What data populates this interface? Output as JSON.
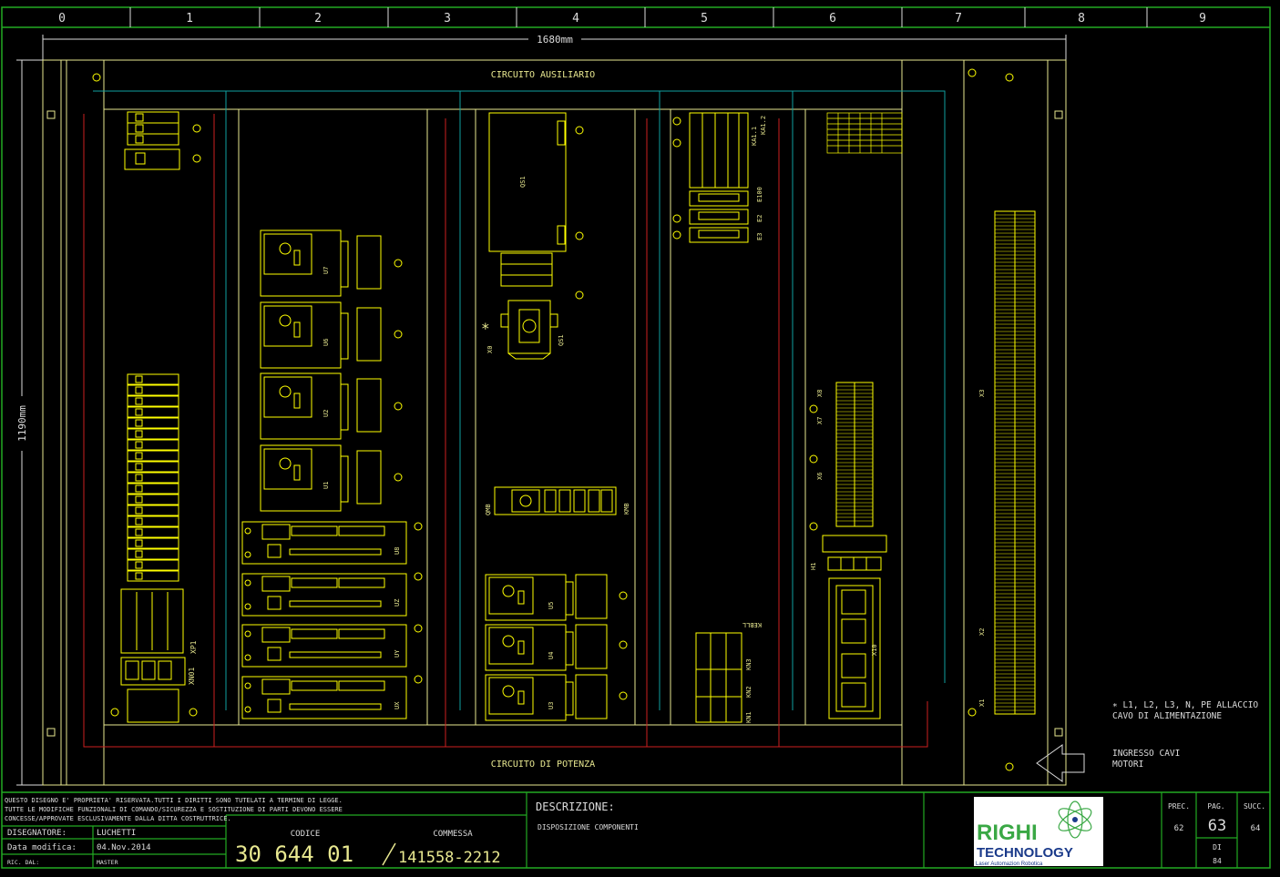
{
  "sheet": {
    "columns": [
      "0",
      "1",
      "2",
      "3",
      "4",
      "5",
      "6",
      "7",
      "8",
      "9"
    ],
    "width_dim": "1680mm",
    "height_dim": "1190mm",
    "aux_circuit": "CIRCUITO AUSILIARIO",
    "power_circuit": "CIRCUITO DI POTENZA",
    "note_star": "∗ L1, L2, L3, N, PE ALLACCIO",
    "note_star2": "CAVO DI ALIMENTAZIONE",
    "ingresso1": "INGRESSO CAVI",
    "ingresso2": "MOTORI"
  },
  "components": {
    "inverters_top": [
      "U7",
      "U6",
      "U2",
      "U1"
    ],
    "drives": [
      "U8",
      "UZ",
      "UY",
      "UX"
    ],
    "inverters_bottom": [
      "U5",
      "U4",
      "U3"
    ],
    "qs1": "QS1",
    "qs1_side": "QS1",
    "x0": "X0",
    "rail_labels": [
      "KA1.1",
      "KA1.2"
    ],
    "modules": [
      "E100",
      "E2",
      "E3"
    ],
    "kn_labels": [
      "KN1",
      "KN2",
      "KN3"
    ],
    "kebll": "KEBLL",
    "qmb": "QMB",
    "kmb": "KMB",
    "xp1": "XP1",
    "xn01": "XN01",
    "terminal_labels": [
      "X8",
      "X7",
      "X6"
    ],
    "h1": "H1",
    "x10": "X10",
    "x3": "X3",
    "x2": "X2",
    "x1": "X1"
  },
  "titleblock": {
    "legal1": "QUESTO DISEGNO E' PROPRIETA' RISERVATA.TUTTI I DIRITTI SONO TUTELATI A TERMINE DI LEGGE.",
    "legal2": "TUTTE LE MODIFICHE FUNZIONALI DI COMANDO/SICUREZZA E SOSTITUZIONE DI PARTI DEVONO ESSERE",
    "legal3": "CONCESSE/APPROVATE ESCLUSIVAMENTE DALLA DITTA COSTRUTTRICE.",
    "designer_label": "DISEGNATORE:",
    "designer_value": "LUCHETTI",
    "date_label": "Data modifica:",
    "date_value": "04.Nov.2014",
    "ric_label": "RIC. DAL:",
    "ric_value": "MASTER",
    "codice_label": "CODICE",
    "codice_value": "30 644 01",
    "commessa_label": "COMMESSA",
    "commessa_value": "141558-2212",
    "descr_label": "DESCRIZIONE:",
    "descr_value": "DISPOSIZIONE COMPONENTI",
    "logo_main1": "RIGHI",
    "logo_main2": "TECHNOLOGY",
    "logo_tagline": "Laser  Automazion  Robotica",
    "prec_label": "PREC.",
    "prec_value": "62",
    "pag_label": "PAG.",
    "pag_value": "63",
    "di_label": "DI",
    "di_value": "84",
    "succ_label": "SUCC.",
    "succ_value": "64"
  },
  "colors": {
    "frame": "#22aa22",
    "cabinet": "#e8e890",
    "device": "#ffff00",
    "red_wire": "#cc2020",
    "cyan_wire": "#10a0a0",
    "background": "#000000"
  }
}
